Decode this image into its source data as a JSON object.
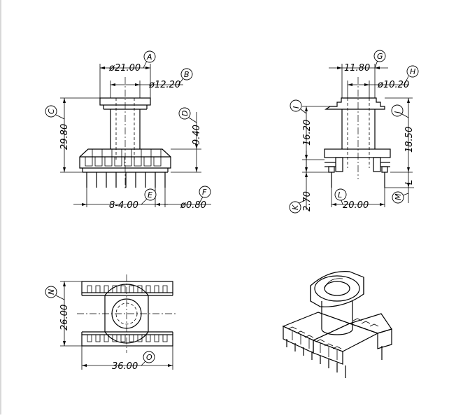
{
  "dimensions": {
    "front_A": "ø21.00",
    "front_B": "ø12.20",
    "front_C": "29.80",
    "front_D": "9.40",
    "front_E": "8-4.00",
    "front_F": "ø0.80",
    "side_G": "11.80",
    "side_H": "ø10.20",
    "side_I": "16.20",
    "side_J": "18.50",
    "side_K": "2.70",
    "side_L": "20.00",
    "side_M": "L",
    "top_N": "26.00",
    "top_O": "36.00"
  },
  "labels": [
    "A",
    "B",
    "C",
    "D",
    "E",
    "F",
    "G",
    "H",
    "I",
    "J",
    "K",
    "L",
    "M",
    "N",
    "O"
  ]
}
